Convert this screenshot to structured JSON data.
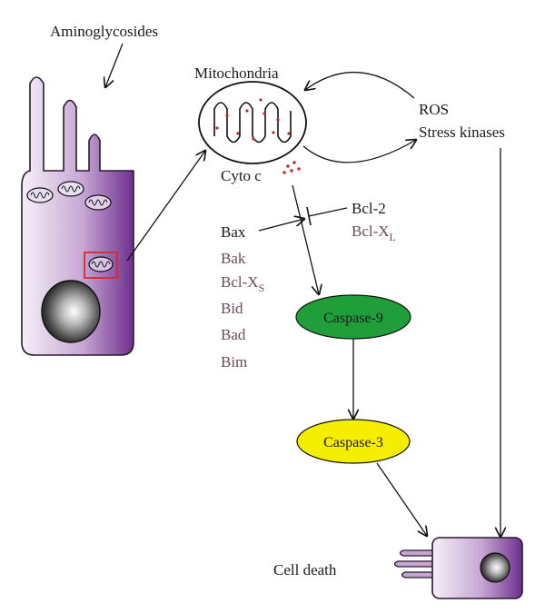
{
  "labels": {
    "aminoglycosides": "Aminoglycosides",
    "mitochondria": "Mitochondria",
    "ros": "ROS",
    "stress_kinases": "Stress kinases",
    "cyto_c": "Cyto c",
    "bcl2": "Bcl-2",
    "bclxl_base": "Bcl-X",
    "bclxl_sub": "L",
    "bax": "Bax",
    "bak": "Bak",
    "bclxs_base": "Bcl-X",
    "bclxs_sub": "S",
    "bid": "Bid",
    "bad": "Bad",
    "bim": "Bim",
    "caspase9": "Caspase-9",
    "caspase3": "Caspase-3",
    "cell_death": "Cell death"
  },
  "colors": {
    "caspase9_fill": "#1f9e3a",
    "caspase3_fill": "#f5ee00",
    "cell_light": "#f3eef7",
    "cell_dark": "#7a3b93",
    "highlight_box": "#d62a2a",
    "cyto_c_dots": "#c0292b",
    "secondary_text": "#6b4a5c"
  }
}
